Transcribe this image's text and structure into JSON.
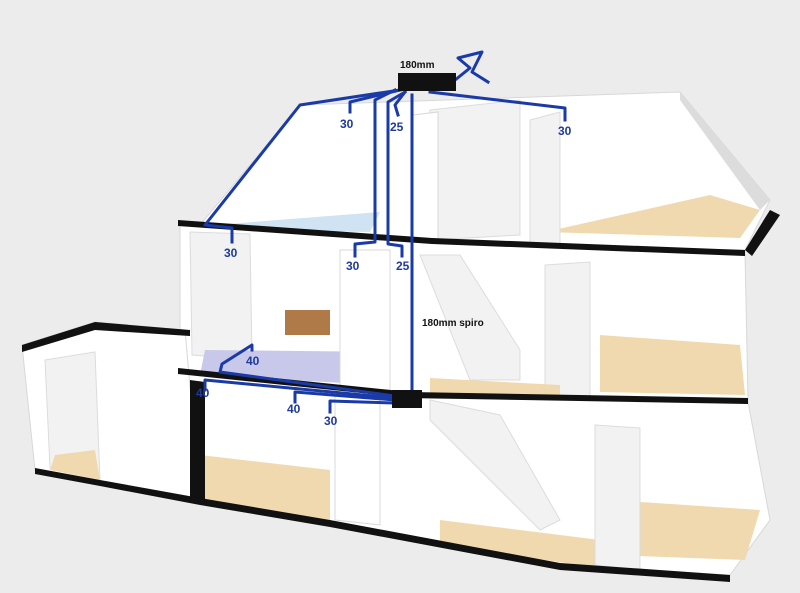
{
  "labels": {
    "unit_top": "180mm",
    "riser": "180mm spiro",
    "attic_left": "30",
    "attic_mid": "25",
    "attic_right": "30",
    "upper_bath": "30",
    "upper_mid_left": "30",
    "upper_mid_right": "25",
    "ground_a": "40",
    "ground_b": "40",
    "ground_c": "40",
    "ground_d": "30"
  },
  "colors": {
    "duct": "#1a3aa8",
    "label": "#1e3a9a",
    "unit": "#111111",
    "wood_floor": "#f0d9ae",
    "bath_floor": "#cfe3f2",
    "floor_purple": "#c8c8ea",
    "background": "#ececec"
  }
}
